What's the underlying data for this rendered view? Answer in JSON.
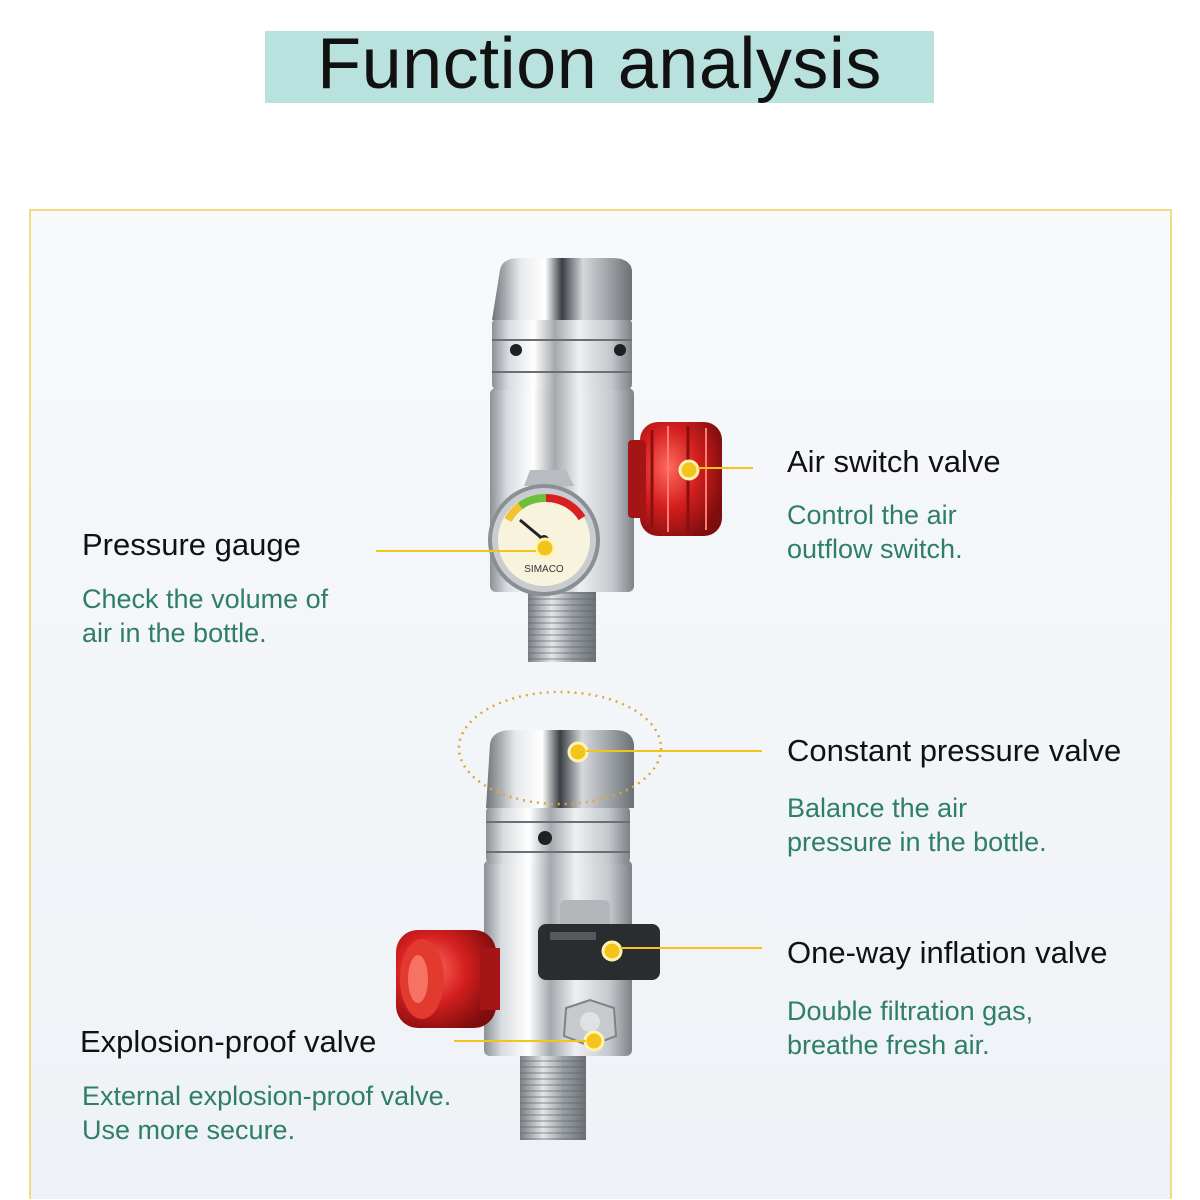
{
  "title": "Function analysis",
  "gauge_brand": "SIMACO",
  "colors": {
    "title_band": "#b9e2df",
    "frame_border": "#f1dc86",
    "callout": "#f2c41c",
    "description": "#2f7e68",
    "knob_red": "#d41f1f"
  },
  "callouts": [
    {
      "id": "air-switch-valve",
      "label": "Air switch valve",
      "description": [
        "Control the air",
        "outflow switch."
      ]
    },
    {
      "id": "pressure-gauge",
      "label": "Pressure gauge",
      "description": [
        "Check the volume of",
        "air in the bottle."
      ]
    },
    {
      "id": "constant-pressure-valve",
      "label": "Constant pressure valve",
      "description": [
        "Balance the air",
        "pressure in the bottle."
      ]
    },
    {
      "id": "one-way-inflation-valve",
      "label": "One-way inflation valve",
      "description": [
        "Double filtration gas,",
        "breathe fresh air."
      ]
    },
    {
      "id": "explosion-proof-valve",
      "label": "Explosion-proof valve",
      "description": [
        "External explosion-proof valve.",
        "Use more secure."
      ]
    }
  ]
}
